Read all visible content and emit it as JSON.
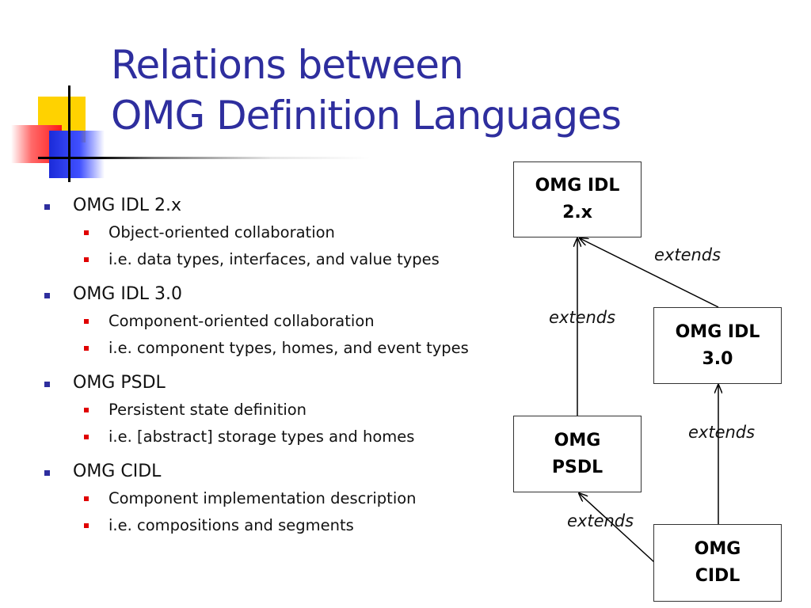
{
  "title": {
    "line1": "Relations between",
    "line2": "OMG Definition Languages"
  },
  "bullets": [
    {
      "text": "OMG IDL 2.x",
      "sub": [
        "Object-oriented collaboration",
        "i.e. data types, interfaces, and value types"
      ]
    },
    {
      "text": "OMG IDL 3.0",
      "sub": [
        "Component-oriented collaboration",
        "i.e. component types, homes, and event types"
      ]
    },
    {
      "text": "OMG PSDL",
      "sub": [
        "Persistent state definition",
        "i.e. [abstract] storage types and homes"
      ]
    },
    {
      "text": "OMG CIDL",
      "sub": [
        "Component implementation description",
        "i.e. compositions and segments"
      ]
    }
  ],
  "diagram": {
    "nodes": {
      "idl2": "OMG IDL\n2.x",
      "idl3": "OMG IDL\n3.0",
      "psdl": "OMG\nPSDL",
      "cidl": "OMG\nCIDL"
    },
    "edges": [
      {
        "from": "idl3",
        "to": "idl2",
        "label": "extends"
      },
      {
        "from": "psdl",
        "to": "idl2",
        "label": "extends"
      },
      {
        "from": "cidl",
        "to": "idl3",
        "label": "extends"
      },
      {
        "from": "cidl",
        "to": "psdl",
        "label": "extends"
      }
    ]
  },
  "colors": {
    "title": "#2e2e9e",
    "bullet_level1": "#2e2e9e",
    "bullet_level2": "#e00000"
  }
}
